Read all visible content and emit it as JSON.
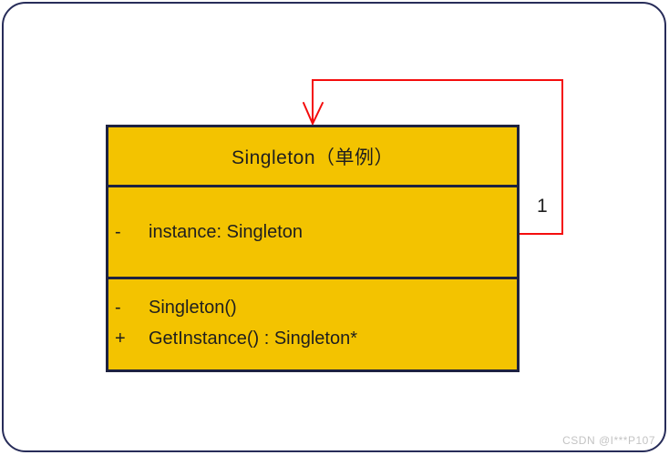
{
  "diagram": {
    "type": "uml-class-diagram",
    "pattern": "Singleton"
  },
  "uml_class": {
    "title": "Singleton（单例）",
    "attributes": [
      {
        "visibility": "-",
        "text": "instance: Singleton"
      }
    ],
    "methods": [
      {
        "visibility": "-",
        "text": "Singleton()"
      },
      {
        "visibility": "+",
        "text": "GetInstance() : Singleton*"
      }
    ]
  },
  "connector": {
    "type": "self-association",
    "multiplicity": "1"
  },
  "watermark": {
    "text": "CSDN @I***P107"
  },
  "colors": {
    "class_fill": "#f3c300",
    "class_border": "#1e2240",
    "connector_red": "#f40d0d",
    "frame_border": "#272c59",
    "text": "#1f1f1f",
    "watermark": "#c4c4c4"
  }
}
